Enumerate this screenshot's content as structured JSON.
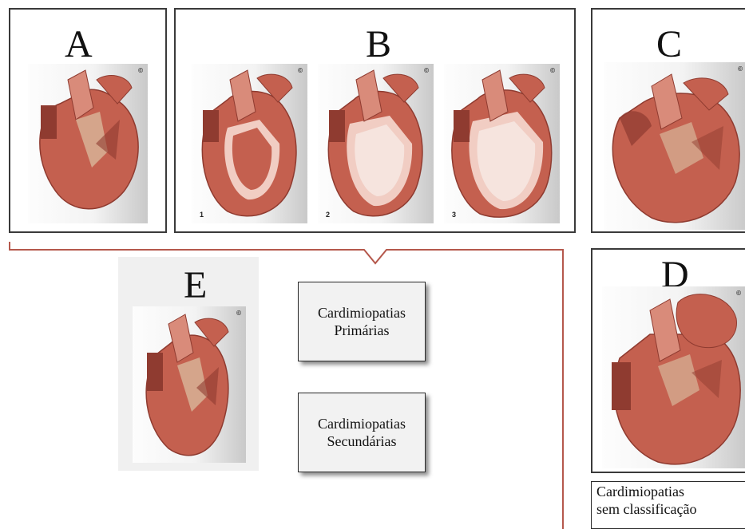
{
  "panels": {
    "a": {
      "letter": "A"
    },
    "b": {
      "letter": "B",
      "sub": [
        "1",
        "2",
        "3"
      ]
    },
    "c": {
      "letter": "C"
    },
    "d": {
      "letter": "D",
      "box": "Cardimiopatias\nsem classificação"
    },
    "e": {
      "letter": "E"
    }
  },
  "categories": {
    "primary": "Cardimiopatias\nPrimárias",
    "secondary": "Cardimiopatias\nSecundárias"
  },
  "copyright_mark": "©",
  "colors": {
    "muscle": "#c4604f",
    "muscle_dark": "#8f3b30",
    "muscle_light": "#d98b7a",
    "lining": "#f1cdc3",
    "cavity": "#f6e4de",
    "valve": "#d9b69a",
    "bracket": "#b5584c",
    "border": "#3a3a3a"
  }
}
